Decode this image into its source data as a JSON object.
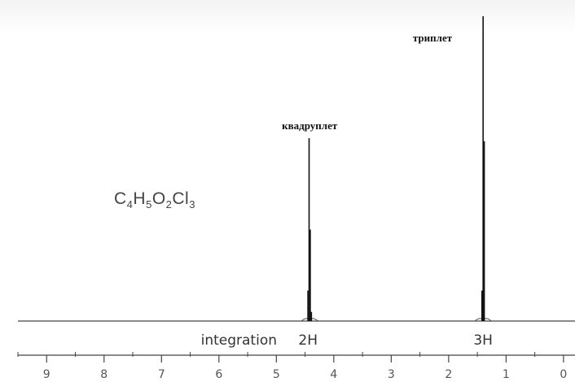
{
  "chart_data": {
    "type": "line",
    "title": "",
    "xlabel": "",
    "ylabel": "",
    "xlim": [
      9.5,
      -0.2
    ],
    "x_reversed": true,
    "grid": false,
    "x_major_ticks": [
      9,
      8,
      7,
      6,
      5,
      4,
      3,
      2,
      1,
      0
    ],
    "x_tick_labels": [
      "9",
      "8",
      "7",
      "6",
      "5",
      "4",
      "3",
      "2",
      "1",
      "0"
    ],
    "x_minor_step": 0.5,
    "peaks": [
      {
        "label": "квадруплет",
        "integration": "2H",
        "center_ppm": 4.42,
        "lines": [
          {
            "ppm": 4.45,
            "height": 0.1
          },
          {
            "ppm": 4.43,
            "height": 0.6
          },
          {
            "ppm": 4.41,
            "height": 0.3
          },
          {
            "ppm": 4.39,
            "height": 0.03
          }
        ]
      },
      {
        "label": "триплет",
        "integration": "3H",
        "center_ppm": 1.4,
        "lines": [
          {
            "ppm": 1.42,
            "height": 0.1
          },
          {
            "ppm": 1.4,
            "height": 1.0
          },
          {
            "ppm": 1.38,
            "height": 0.59
          }
        ]
      }
    ],
    "annotations": {
      "integration_prefix": "integration",
      "formula": {
        "c": "C",
        "c_n": "4",
        "h": "H",
        "h_n": "5",
        "o": "O",
        "o_n": "2",
        "cl": "Cl",
        "cl_n": "3"
      }
    },
    "colors": {
      "spectrum": "#111111",
      "axis": "#444444",
      "text": "#333333"
    }
  }
}
